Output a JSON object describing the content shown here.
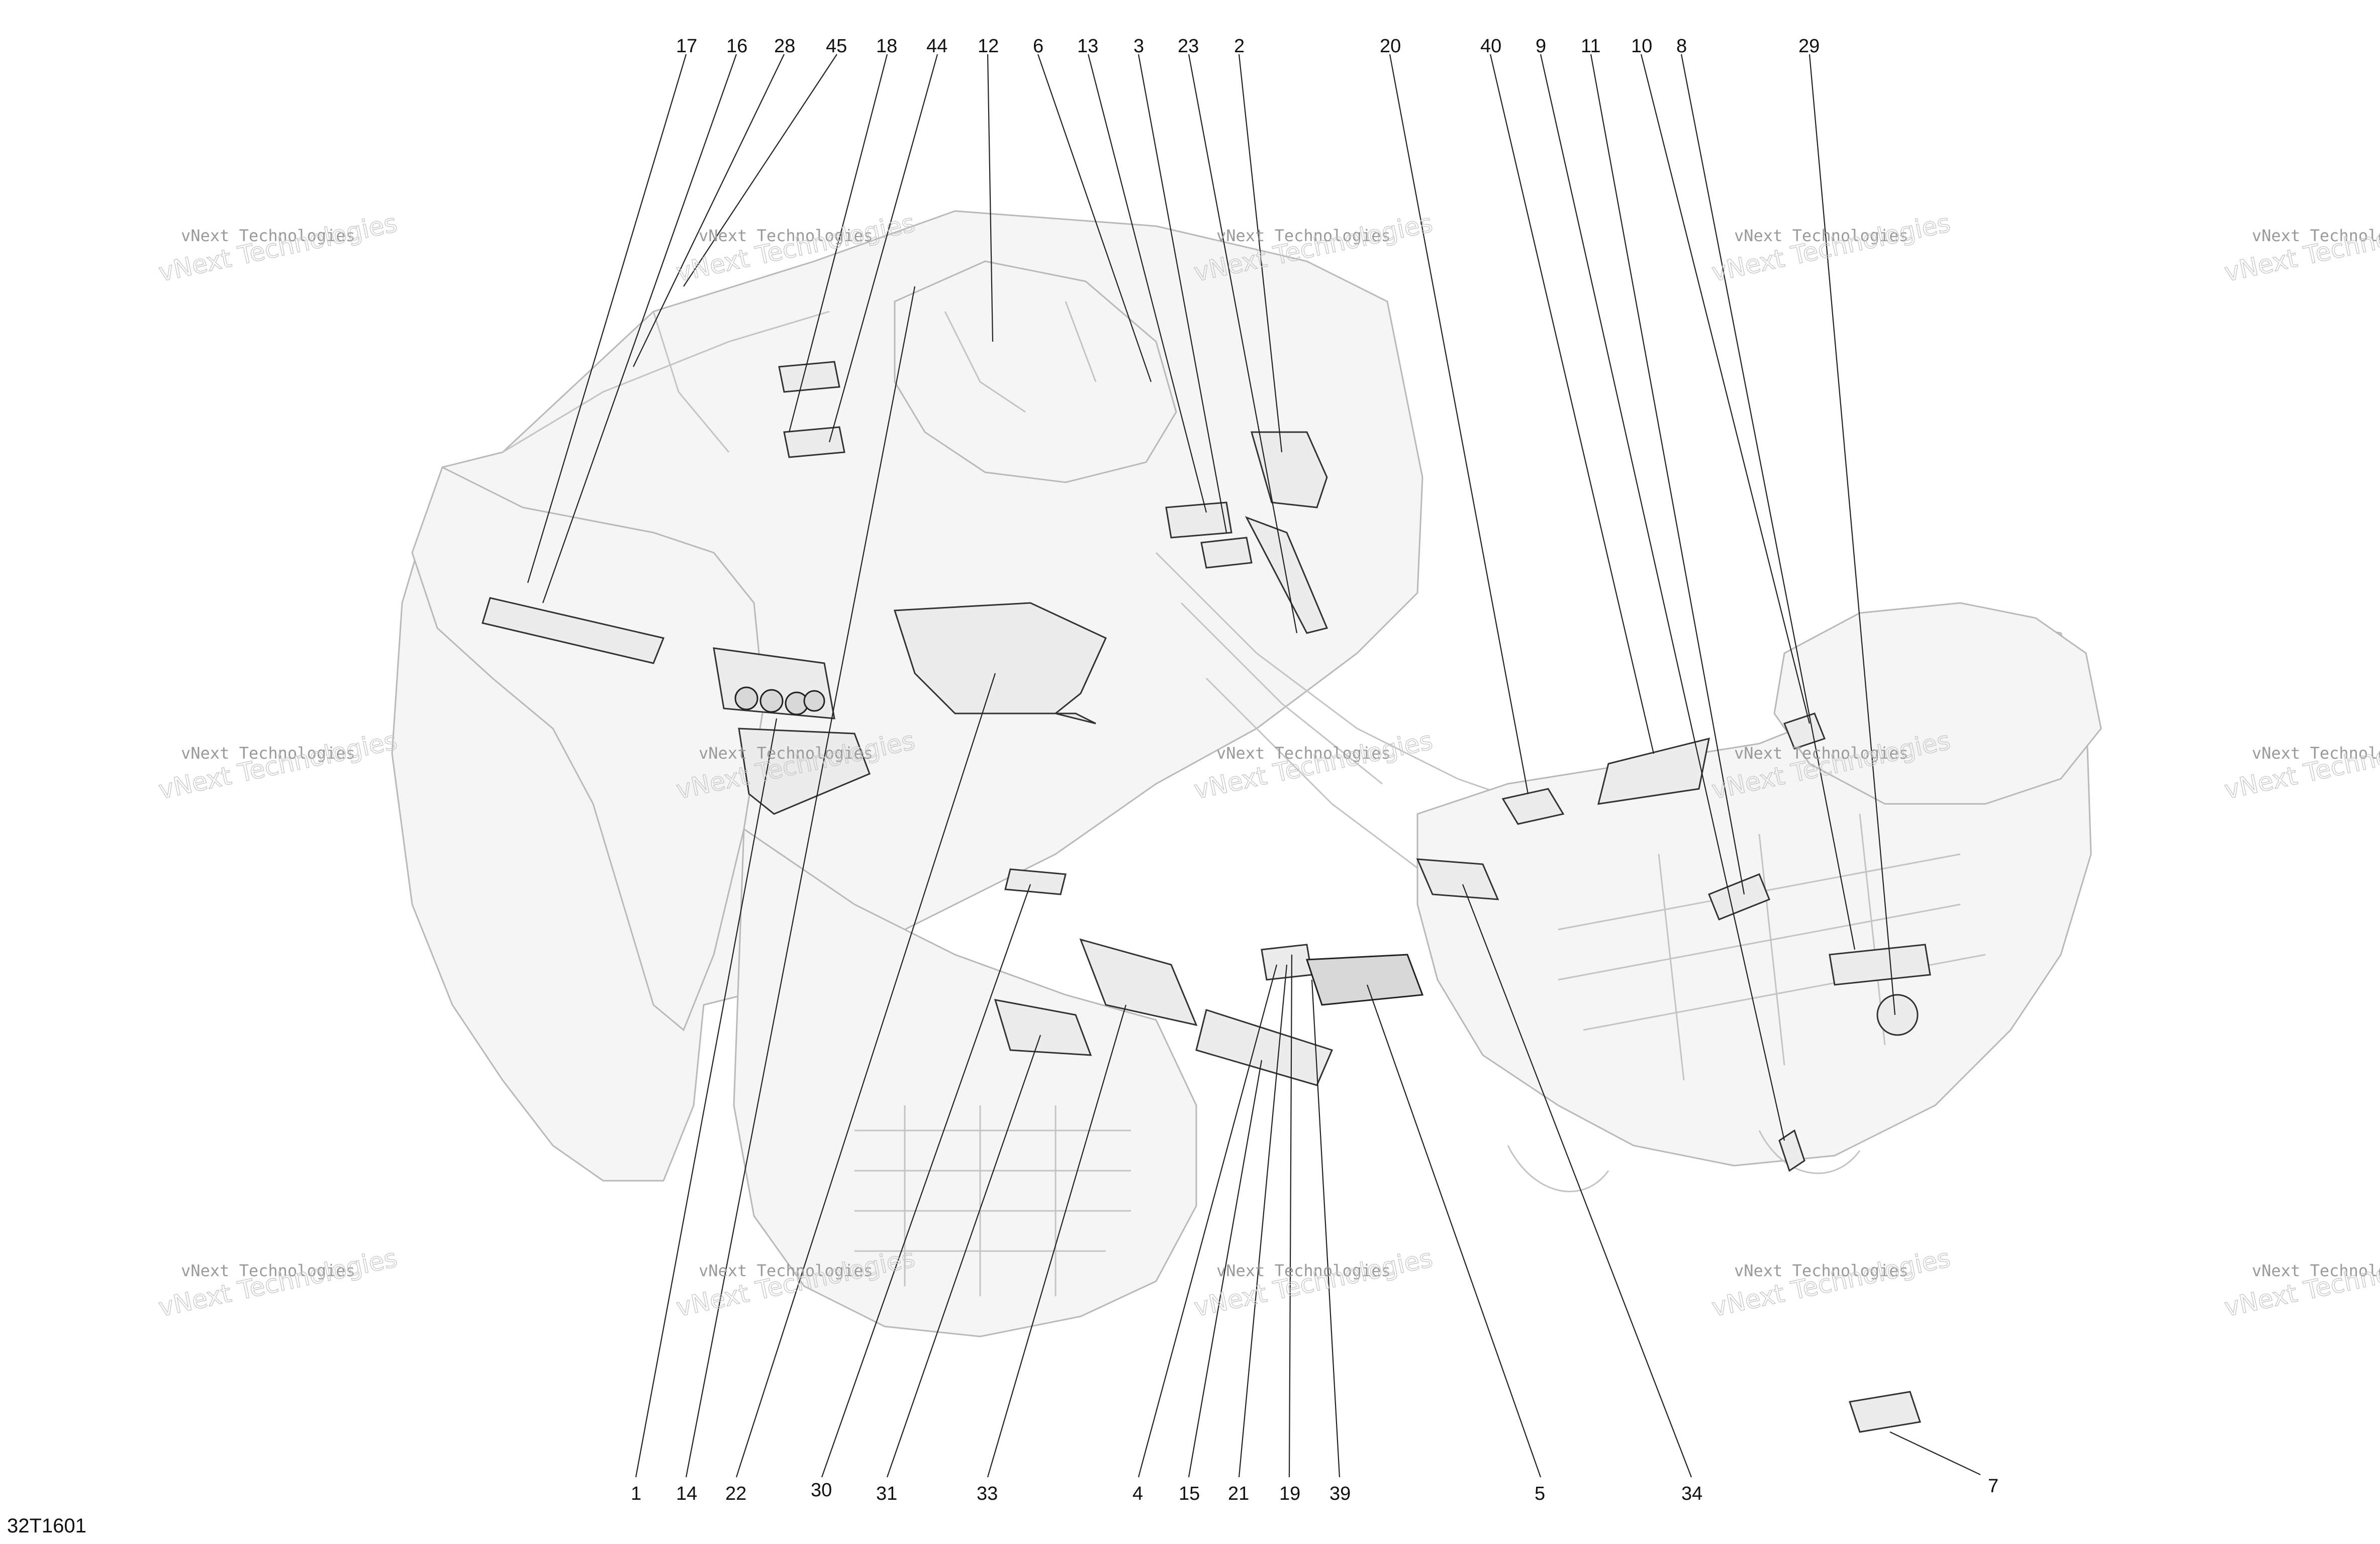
{
  "figure_code": "32T1601",
  "watermark": {
    "line1": "vNext Technologies",
    "line2": "vNext\nTechnologies"
  },
  "top_callouts": [
    "17",
    "16",
    "28",
    "45",
    "18",
    "44",
    "12",
    "6",
    "13",
    "3",
    "23",
    "2",
    "20",
    "40",
    "9",
    "11",
    "10",
    "8",
    "29"
  ],
  "bottom_callouts": [
    "1",
    "14",
    "22",
    "30",
    "31",
    "33",
    "4",
    "15",
    "21",
    "19",
    "39",
    "5",
    "34",
    "7"
  ]
}
